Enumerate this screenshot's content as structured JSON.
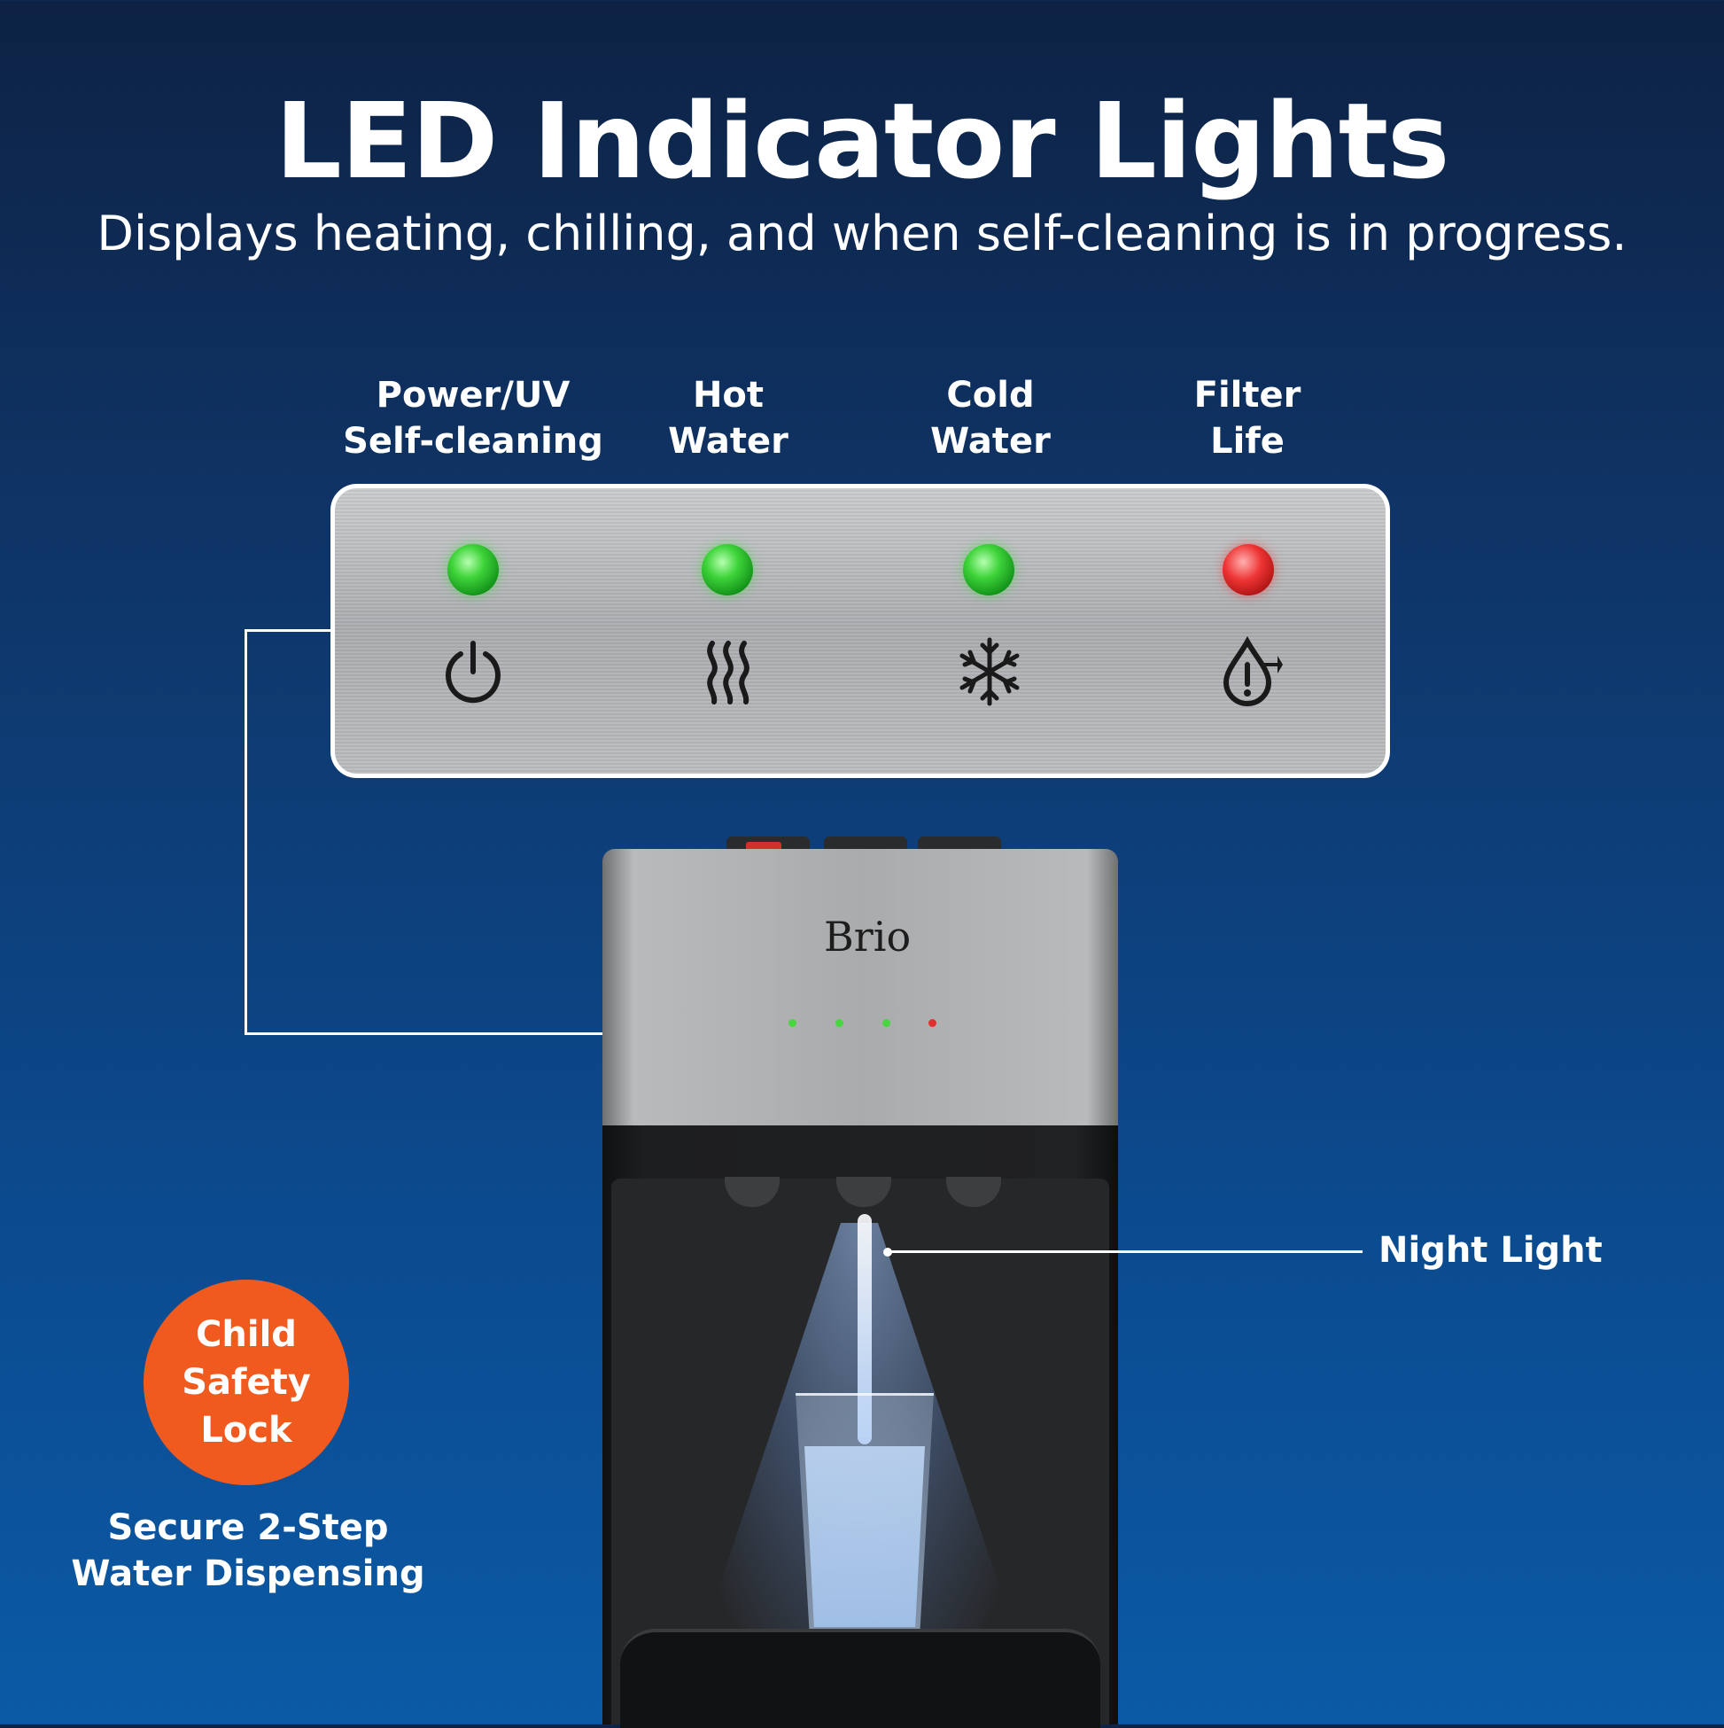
{
  "header": {
    "title": "LED Indicator Lights",
    "subtitle": "Displays heating, chilling, and when self-cleaning is in progress."
  },
  "indicators": [
    {
      "label": "Power/UV\nSelf-cleaning",
      "led_color": "#3fd43a",
      "icon": "power-icon"
    },
    {
      "label": "Hot\nWater",
      "led_color": "#3fd43a",
      "icon": "heat-waves-icon"
    },
    {
      "label": "Cold\nWater",
      "led_color": "#3fd43a",
      "icon": "snowflake-icon"
    },
    {
      "label": "Filter\nLife",
      "led_color": "#ee3434",
      "icon": "filter-alert-icon"
    }
  ],
  "dispenser": {
    "brand": "Brio",
    "night_light_label": "Night Light"
  },
  "child_lock": {
    "badge": "Child\nSafety\nLock",
    "caption": "Secure 2-Step\nWater Dispensing",
    "badge_color": "#f05a1e"
  }
}
